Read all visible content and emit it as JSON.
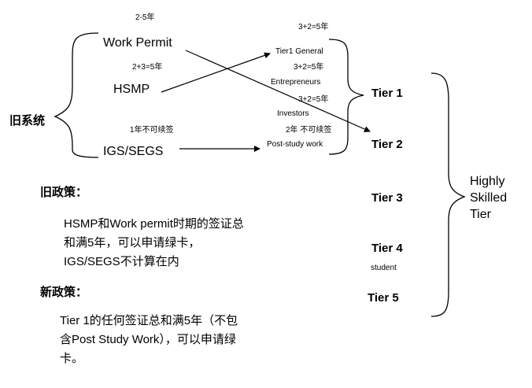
{
  "old_system": {
    "label": "旧系统",
    "items": [
      {
        "name": "Work Permit",
        "duration": "2-5年"
      },
      {
        "name": "HSMP",
        "duration": "2+3=5年"
      },
      {
        "name": "IGS/SEGS",
        "duration": "1年不可续签"
      }
    ]
  },
  "new_routes": [
    {
      "duration": "3+2=5年",
      "name": "Tier1 General"
    },
    {
      "duration": "3+2=5年",
      "name": "Entrepreneurs"
    },
    {
      "duration": "3+2=5年",
      "name": "Investors"
    },
    {
      "duration": "2年 不可续签",
      "name": "Post-study work"
    }
  ],
  "tiers": {
    "tier1": "Tier 1",
    "tier2": "Tier 2",
    "tier3": "Tier 3",
    "tier4": "Tier 4",
    "tier4_note": "student",
    "tier5": "Tier 5"
  },
  "highly_skilled": [
    "Highly",
    "Skilled",
    "Tier"
  ],
  "old_policy": {
    "heading": "旧政策：",
    "lines": [
      "HSMP和Work permit时期的签证总",
      "和满5年，可以申请绿卡，",
      "IGS/SEGS不计算在内"
    ]
  },
  "new_policy": {
    "heading": "新政策：",
    "lines": [
      "Tier 1的任何签证总和满5年（不包",
      "含Post Study Work），可以申请绿",
      "卡。"
    ]
  }
}
